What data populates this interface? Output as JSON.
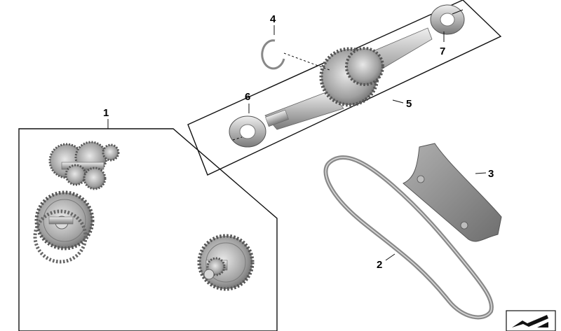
{
  "diagram": {
    "callouts": [
      {
        "id": "1",
        "text": "1"
      },
      {
        "id": "2",
        "text": "2"
      },
      {
        "id": "3",
        "text": "3"
      },
      {
        "id": "4",
        "text": "4"
      },
      {
        "id": "5",
        "text": "5"
      },
      {
        "id": "6",
        "text": "6"
      },
      {
        "id": "7",
        "text": "7"
      }
    ],
    "colors": {
      "line": "#111111",
      "metal_light": "#d8d8d8",
      "metal_mid": "#a9a9a9",
      "metal_dark": "#6f6f6f",
      "guide": "#8c8c8c"
    },
    "icons": [
      "gear-cluster-icon",
      "camshaft-gear-icon",
      "drive-shaft-icon",
      "bearing-icon",
      "circlip-icon",
      "chain-icon",
      "chain-guide-icon",
      "part-symbol-icon"
    ]
  }
}
